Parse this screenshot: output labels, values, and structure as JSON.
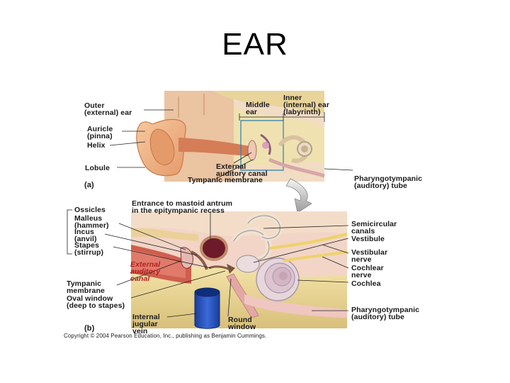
{
  "title": "EAR",
  "panel_a": {
    "tag": "(a)",
    "outer_ear": "Outer\n(external) ear",
    "middle_ear": "Middle\near",
    "inner_ear": "Inner\n(internal) ear\n(labyrinth)",
    "auricle": "Auricle\n(pinna)",
    "helix": "Helix",
    "lobule": "Lobule",
    "external_canal": "External\nauditory canal",
    "tympanic_membrane": "Tympanic membrane",
    "pharyngotympanic": "Pharyngotympanic\n(auditory) tube"
  },
  "panel_b": {
    "tag": "(b)",
    "entrance": "Entrance to mastoid antrum\nin the epitympanic recess",
    "ossicles": "Ossicles",
    "malleus": "Malleus\n(hammer)",
    "incus": "Incus\n(anvil)",
    "stapes": "Stapes\n(stirrup)",
    "external_canal": "External\nauditory\ncanal",
    "tympanic_membrane": "Tympanic\nmembrane",
    "oval_window": "Oval window\n(deep to stapes)",
    "internal_jugular": "Internal\njugular\nvein",
    "round_window": "Round\nwindow",
    "semicircular": "Semicircular\ncanals",
    "vestibule": "Vestibule",
    "vestibular_nerve": "Vestibular\nnerve",
    "cochlear_nerve": "Cochlear\nnerve",
    "cochlea": "Cochlea",
    "pharyngotympanic": "Pharyngotympanic\n(auditory) tube"
  },
  "copyright": "Copyright © 2004 Pearson Education, Inc., publishing as Benjamin Cummings."
}
